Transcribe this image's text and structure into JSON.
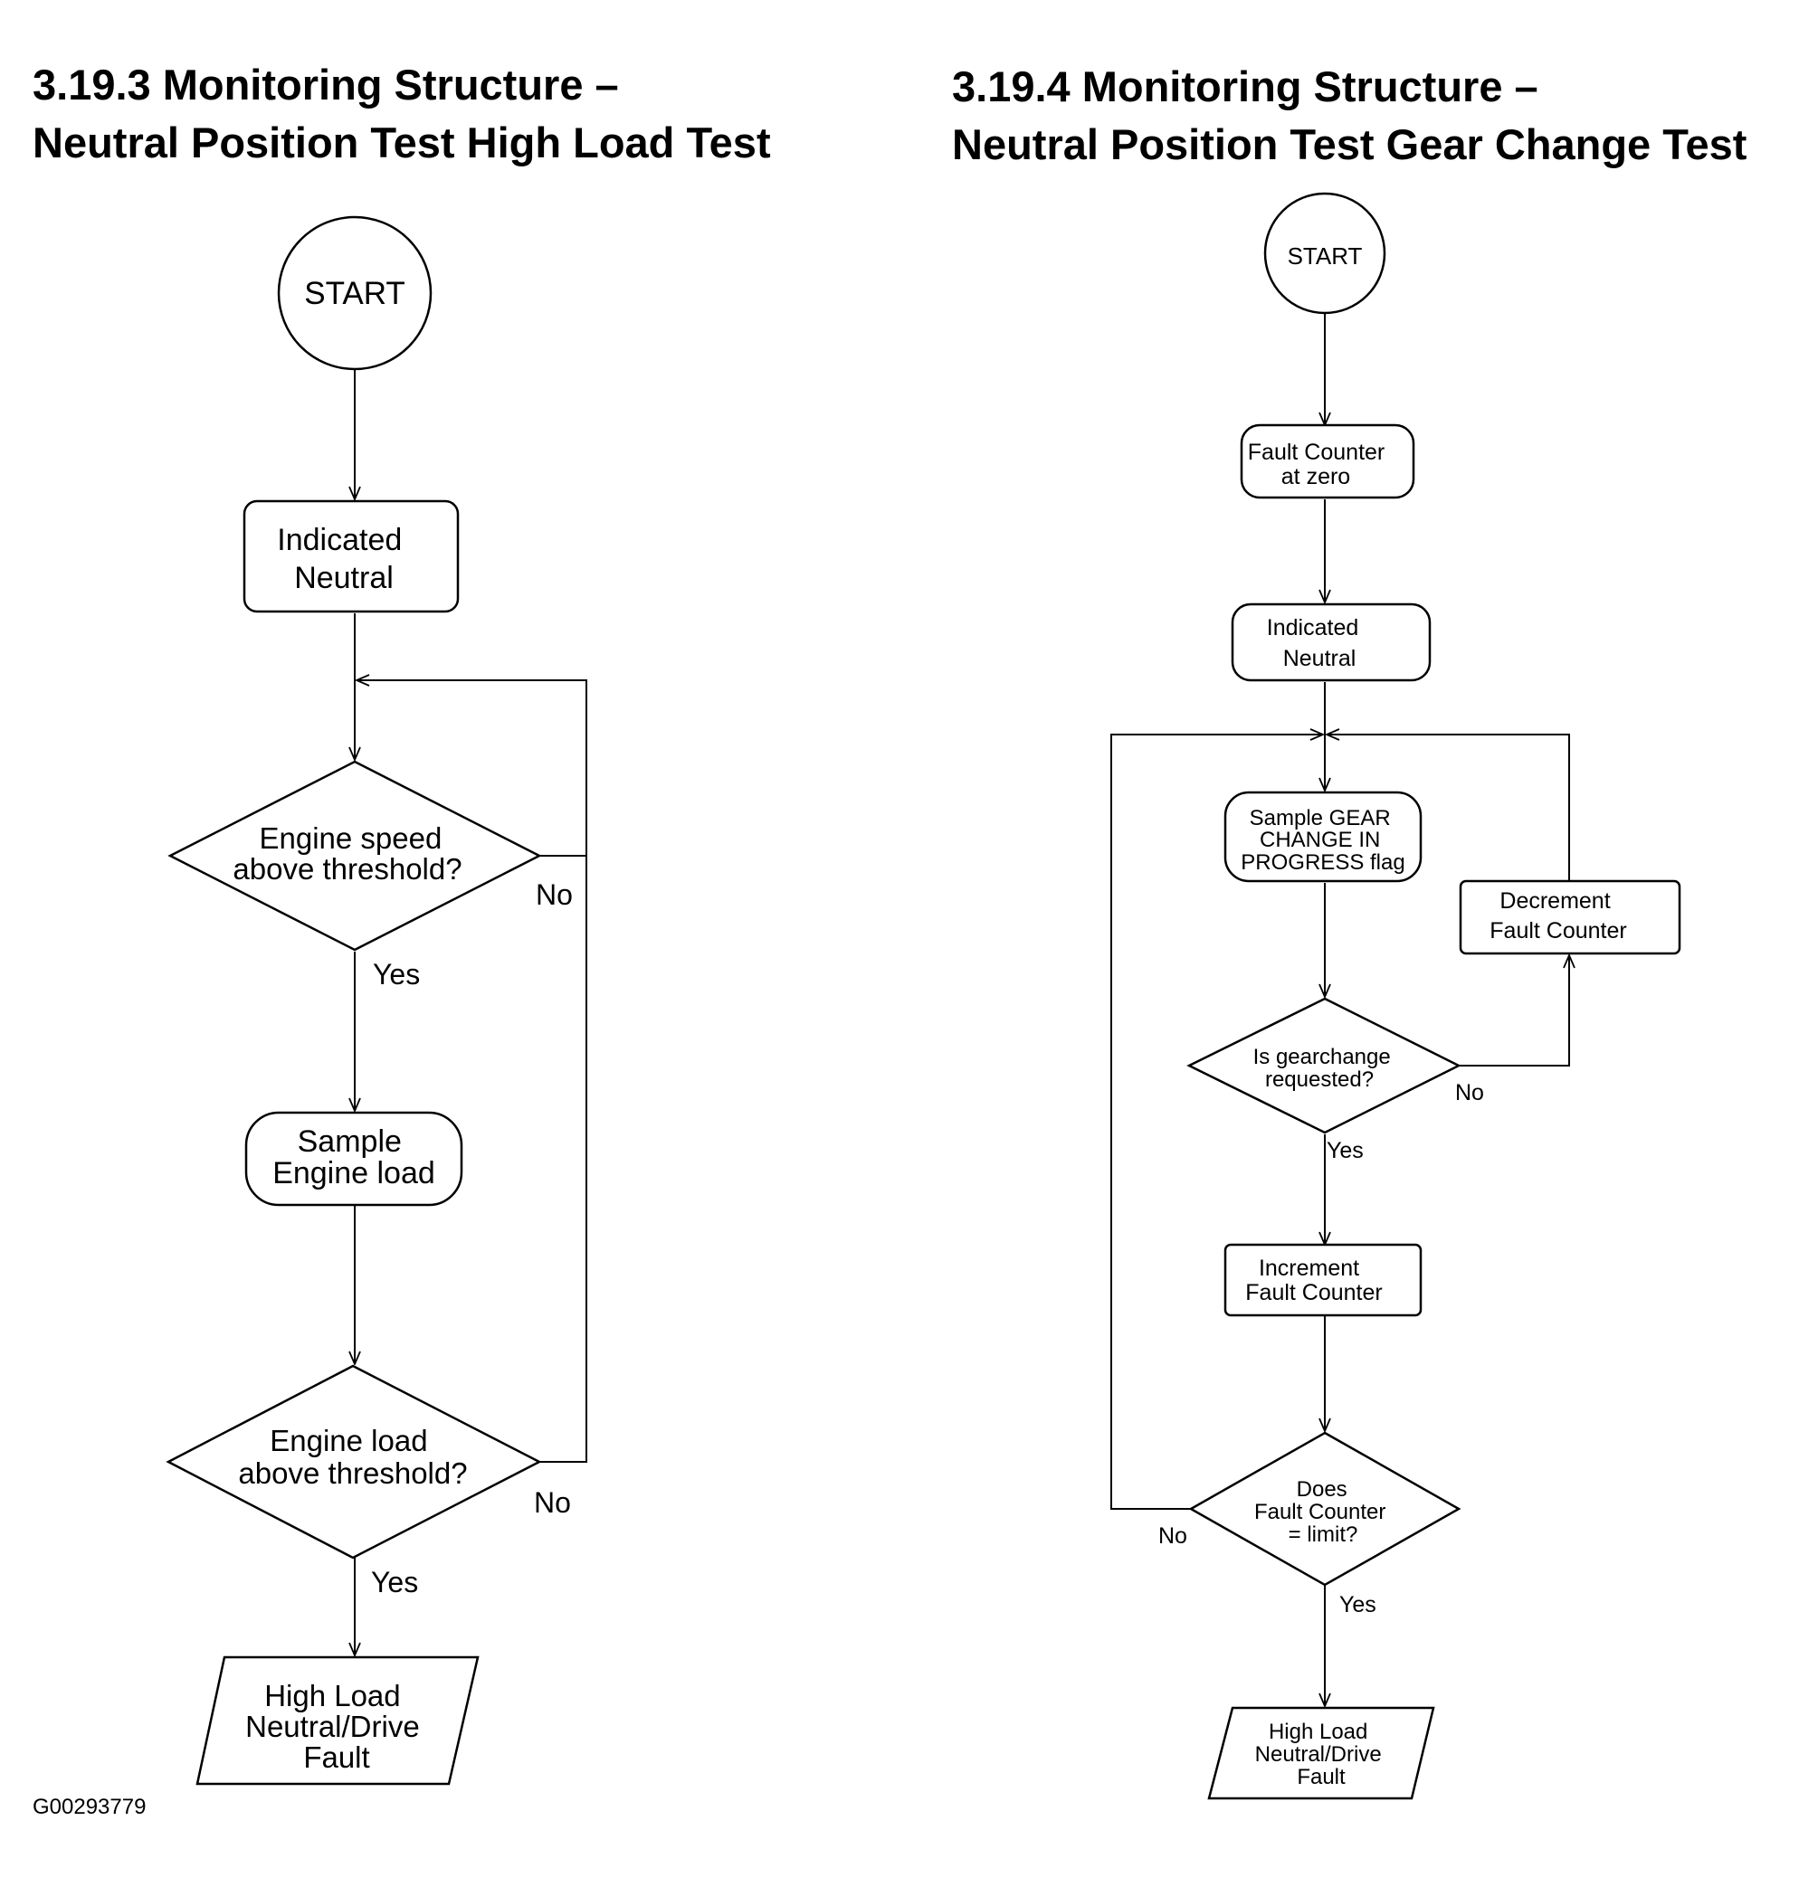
{
  "left_chart": {
    "heading": [
      "3.19.3 Monitoring Structure –",
      "Neutral Position Test High Load Test"
    ],
    "start": "START",
    "indicated_neutral": [
      "Indicated",
      "Neutral"
    ],
    "engine_speed_decision": [
      "Engine speed",
      "above threshold?"
    ],
    "sample_engine_load": [
      "Sample",
      "Engine load"
    ],
    "engine_load_decision": [
      "Engine load",
      "above threshold?"
    ],
    "fault_output": [
      "High Load",
      "Neutral/Drive",
      "Fault"
    ],
    "labels": {
      "yes": "Yes",
      "no": "No"
    }
  },
  "right_chart": {
    "heading": [
      "3.19.4 Monitoring Structure –",
      "Neutral Position Test Gear Change Test"
    ],
    "start": "START",
    "fault_counter_zero": [
      "Fault Counter",
      "at zero"
    ],
    "indicated_neutral": [
      "Indicated",
      "Neutral"
    ],
    "sample_gear_flag": [
      "Sample GEAR",
      "CHANGE IN",
      "PROGRESS flag"
    ],
    "decrement_counter": [
      "Decrement",
      "Fault Counter"
    ],
    "gearchange_decision": [
      "Is gearchange",
      "requested?"
    ],
    "increment_counter": [
      "Increment",
      "Fault Counter"
    ],
    "limit_decision": [
      "Does",
      "Fault Counter",
      "= limit?"
    ],
    "fault_output": [
      "High Load",
      "Neutral/Drive",
      "Fault"
    ],
    "labels": {
      "yes": "Yes",
      "no": "No"
    }
  },
  "figure_id": "G00293779"
}
